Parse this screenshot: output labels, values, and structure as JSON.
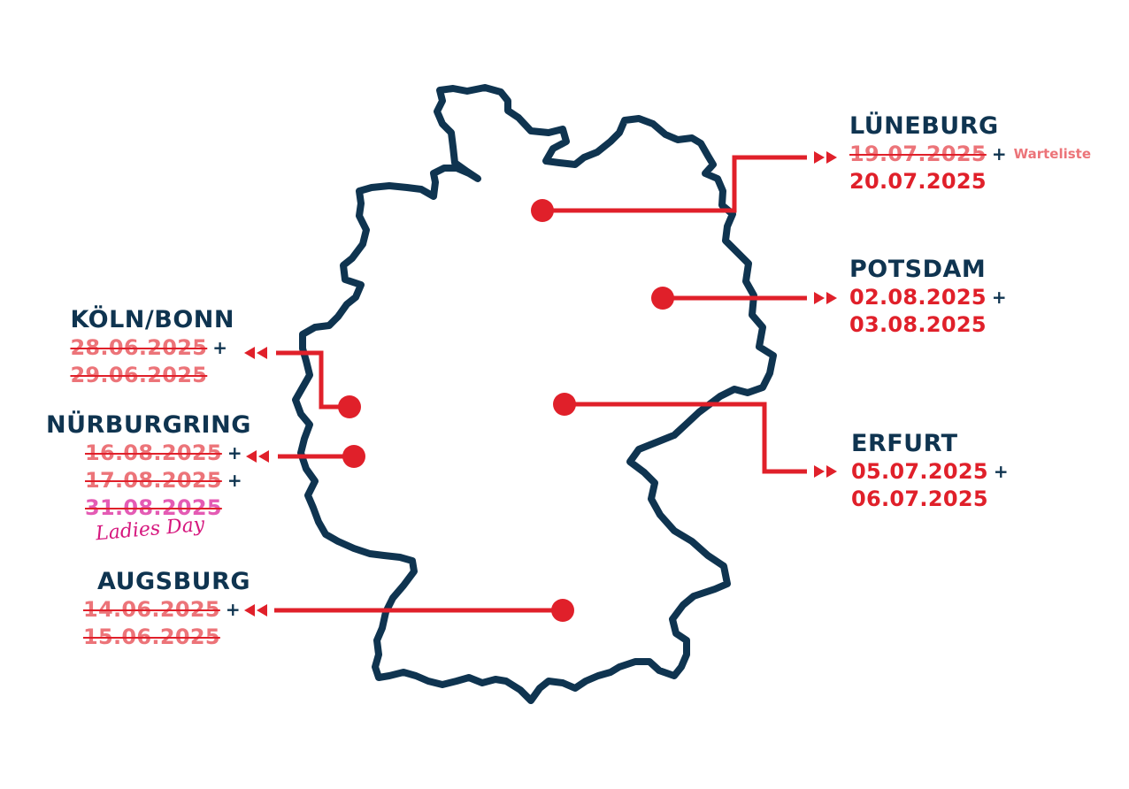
{
  "colors": {
    "map_outline": "#0f3450",
    "accent_red": "#e0202a",
    "past_date": "#ec7479",
    "ladies_pink": "#d6177e"
  },
  "locations": {
    "lueneburg": {
      "name": "LÜNEBURG",
      "dates": [
        {
          "text": "19.07.2025",
          "status": "past",
          "suffix": "+",
          "note": "Warteliste"
        },
        {
          "text": "20.07.2025",
          "status": "active"
        }
      ]
    },
    "potsdam": {
      "name": "POTSDAM",
      "dates": [
        {
          "text": "02.08.2025",
          "status": "active",
          "suffix": "+"
        },
        {
          "text": "03.08.2025",
          "status": "active"
        }
      ]
    },
    "erfurt": {
      "name": "ERFURT",
      "dates": [
        {
          "text": "05.07.2025",
          "status": "active",
          "suffix": "+"
        },
        {
          "text": "06.07.2025",
          "status": "active"
        }
      ]
    },
    "koeln_bonn": {
      "name": "KÖLN/BONN",
      "dates": [
        {
          "text": "28.06.2025",
          "status": "past",
          "suffix": "+"
        },
        {
          "text": "29.06.2025",
          "status": "past"
        }
      ]
    },
    "nuerburgring": {
      "name": "NÜRBURGRING",
      "dates": [
        {
          "text": "16.08.2025",
          "status": "past",
          "suffix": "+"
        },
        {
          "text": "17.08.2025",
          "status": "past",
          "suffix": "+"
        },
        {
          "text": "31.08.2025",
          "status": "past"
        }
      ],
      "special": "Ladies Day"
    },
    "augsburg": {
      "name": "AUGSBURG",
      "dates": [
        {
          "text": "14.06.2025",
          "status": "past",
          "suffix": "+"
        },
        {
          "text": "15.06.2025",
          "status": "past"
        }
      ]
    }
  }
}
